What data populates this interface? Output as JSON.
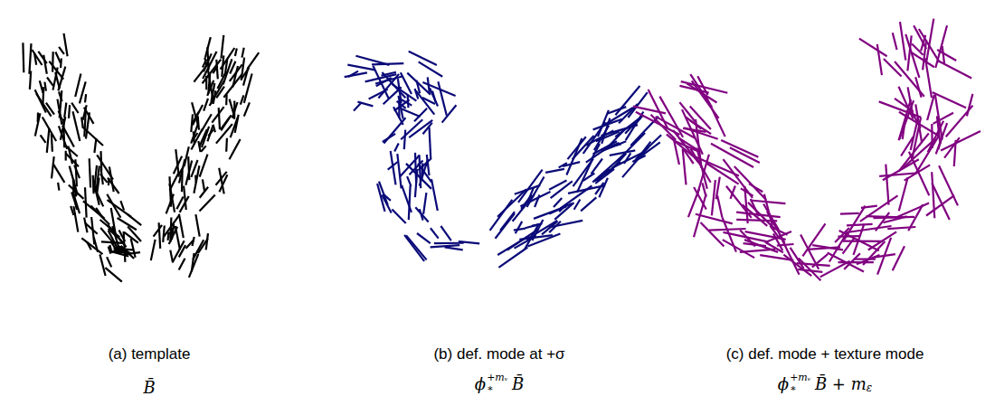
{
  "diagram": {
    "labels": [
      "(a) template",
      "B̄",
      "(b) def. mode at +σ",
      "ϕ",
      "+mᵥ",
      "∗",
      "B̄",
      "(c) def. mode + texture mode",
      "ϕ",
      "+mᵥ",
      "∗",
      "B̄ + m",
      "ε"
    ]
  }
}
